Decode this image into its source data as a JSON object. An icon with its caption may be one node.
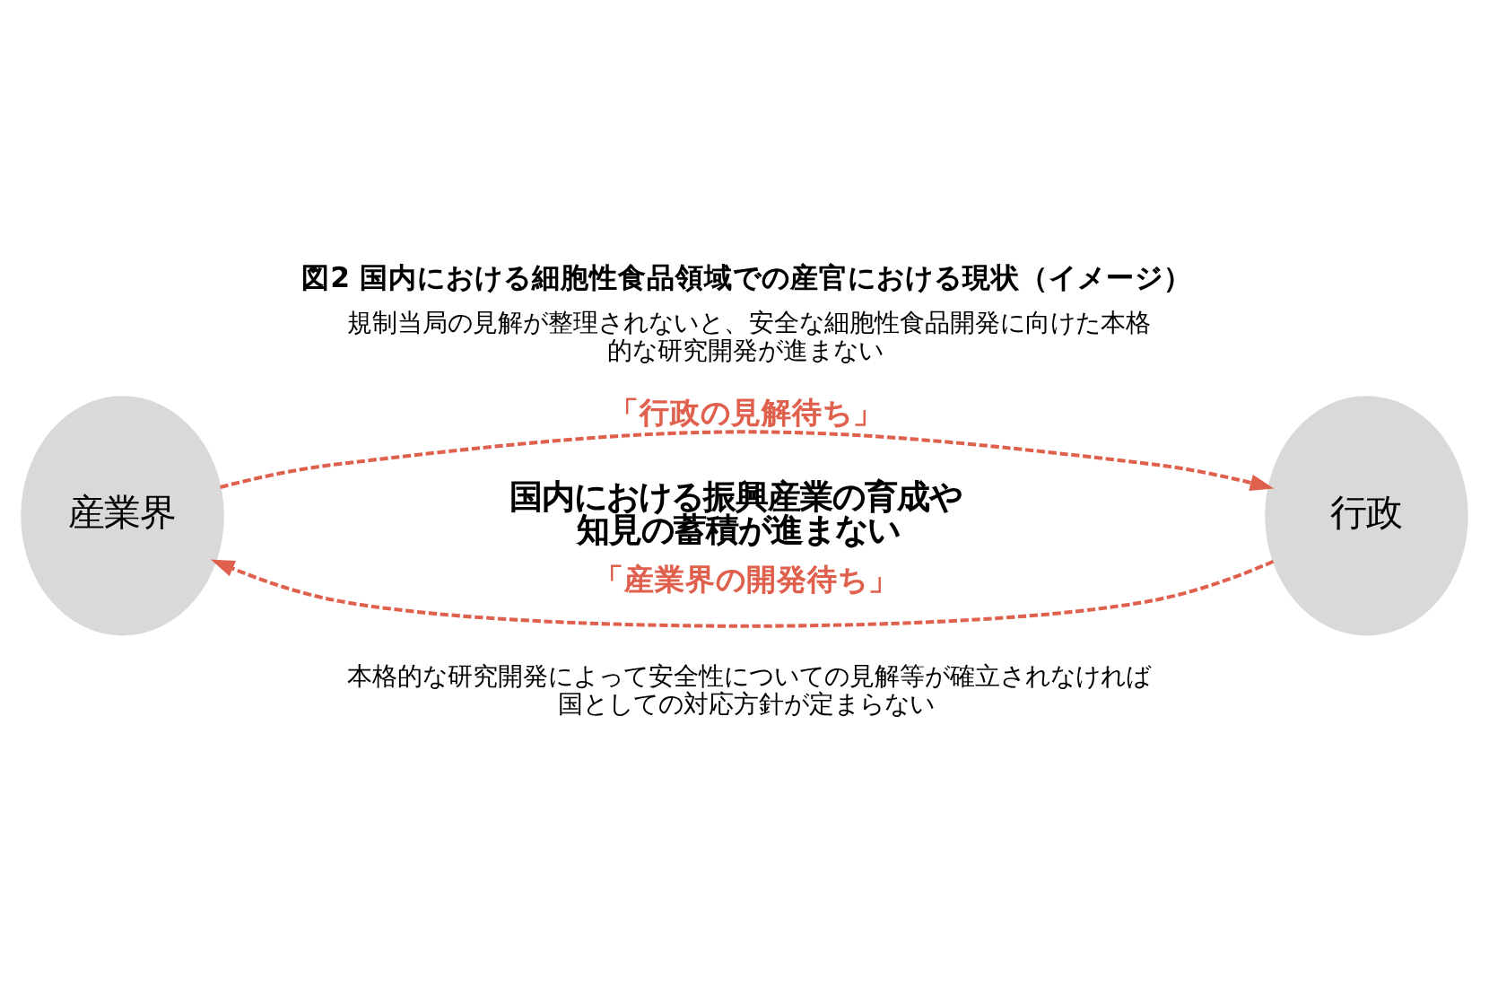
{
  "diagram": {
    "title": "図2 国内における細胞性食品領域での産官における現状（イメージ）",
    "nodes": [
      {
        "text": [
          "産業界"
        ]
      },
      {
        "text": [
          "行政"
        ]
      }
    ],
    "edges": [
      {
        "from": 0,
        "to": 1,
        "arrow": "to",
        "label": "「行政の見解待ち」",
        "style": "dashed",
        "color": "#e0604e"
      },
      {
        "from": 1,
        "to": 0,
        "arrow": "to",
        "label": "「産業界の開発待ち」",
        "style": "dashed",
        "color": "#e0604e"
      }
    ],
    "labels": [
      "規制当局の見解が整理されないと、安全な細胞性食品開発に向けた本格的な研究開発が進まない",
      "国内における振興産業の育成や知見の蓄積が進まない",
      "本格的な研究開発によって安全性についての見解等が確立されなければ国としての対応方針が定まらない"
    ]
  }
}
